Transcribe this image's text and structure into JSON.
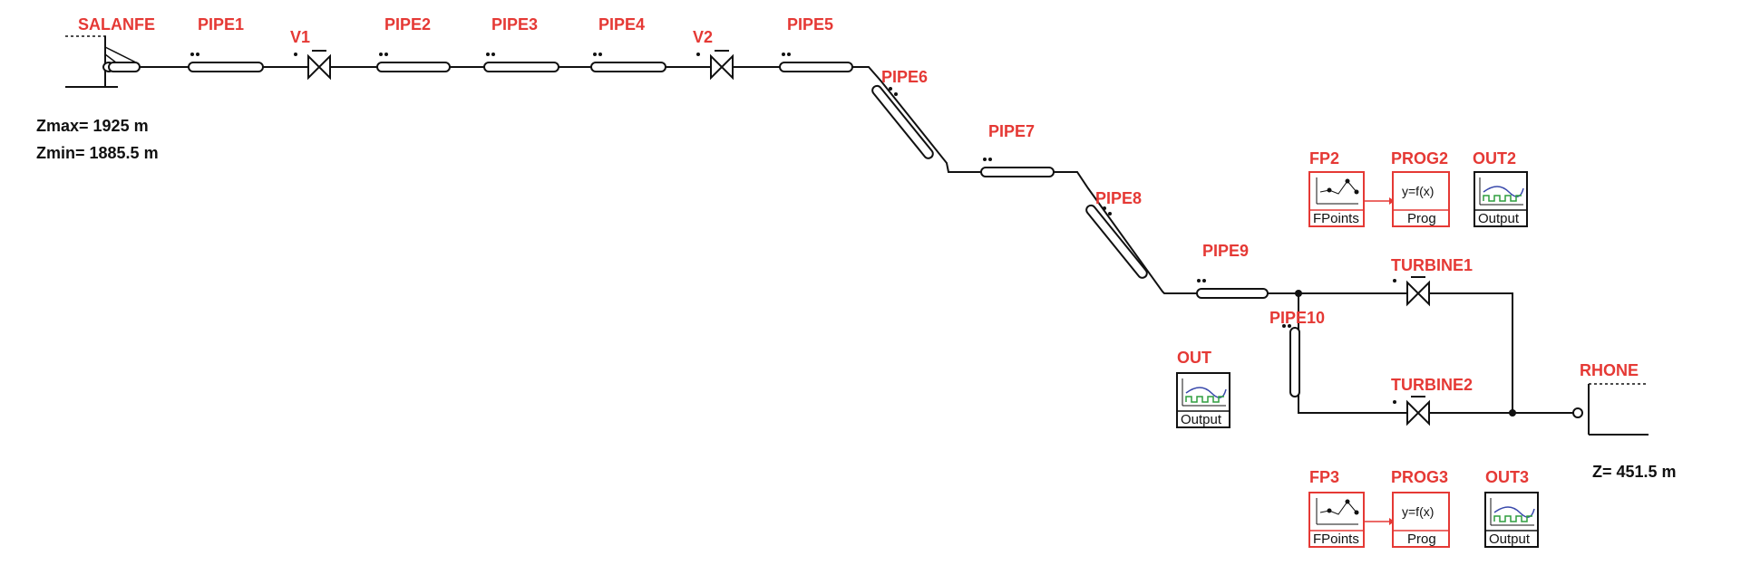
{
  "colors": {
    "label": "#e53935",
    "wire": "#111111",
    "block_red": "#e53935",
    "block_black": "#111111",
    "curve_blue": "#3949ab",
    "curve_green": "#2e9e3e"
  },
  "labels": {
    "salanfe": "SALANFE",
    "pipe1": "PIPE1",
    "v1": "V1",
    "pipe2": "PIPE2",
    "pipe3": "PIPE3",
    "pipe4": "PIPE4",
    "v2": "V2",
    "pipe5": "PIPE5",
    "pipe6": "PIPE6",
    "pipe7": "PIPE7",
    "pipe8": "PIPE8",
    "pipe9": "PIPE9",
    "pipe10": "PIPE10",
    "turbine1": "TURBINE1",
    "turbine2": "TURBINE2",
    "rhone": "RHONE",
    "fp2": "FP2",
    "prog2": "PROG2",
    "out2": "OUT2",
    "fp3": "FP3",
    "prog3": "PROG3",
    "out3": "OUT3",
    "out": "OUT"
  },
  "info": {
    "zmax": "Zmax= 1925 m",
    "zmin": "Zmin= 1885.5 m",
    "z_rhone": "Z= 451.5 m"
  },
  "blocks": {
    "fpoints": "FPoints",
    "prog": "Prog",
    "output": "Output",
    "function": "y=f(x)"
  }
}
